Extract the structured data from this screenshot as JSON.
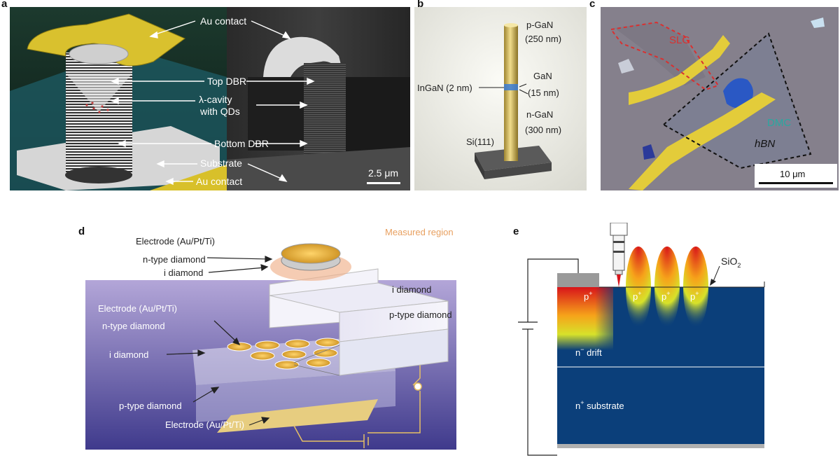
{
  "panel_labels": {
    "a": "a",
    "b": "b",
    "c": "c",
    "d": "d",
    "e": "e"
  },
  "panel_a": {
    "labels": {
      "au_contact_top": "Au contact",
      "top_dbr": "Top DBR",
      "cavity_line1": "λ-cavity",
      "cavity_line2": "with QDs",
      "bottom_dbr": "Bottom DBR",
      "substrate": "Substrate",
      "au_contact_bottom": "Au contact"
    },
    "scale_bar": "2.5 μm"
  },
  "panel_b": {
    "labels": {
      "pgan_1": "p-GaN",
      "pgan_2": "(250 nm)",
      "gan_1": "GaN",
      "gan_2": "(15 nm)",
      "ingan": "InGaN (2 nm)",
      "ngan_1": "n-GaN",
      "ngan_2": "(300 nm)",
      "si": "Si(111)"
    }
  },
  "panel_c": {
    "labels": {
      "slg": "SLG",
      "dmc": "DMC",
      "hbn": "hBN"
    },
    "scale_bar": "10 μm",
    "colors": {
      "slg_outline": "#d93030",
      "hbn_outline": "#111111",
      "dmc_label": "#2aa8a0"
    }
  },
  "panel_d": {
    "inset_labels": {
      "electrode": "Electrode (Au/Pt/Ti)",
      "measured_region": "Measured region",
      "n_type": "n-type diamond",
      "i_diamond": "i diamond",
      "i_diamond_layer": "i diamond",
      "p_type_layer": "p-type diamond"
    },
    "main_labels": {
      "electrode_top": "Electrode (Au/Pt/Ti)",
      "n_type": "n-type diamond",
      "i_diamond": "i diamond",
      "p_type": "p-type diamond",
      "electrode_bottom": "Electrode (Au/Pt/Ti)"
    },
    "colors": {
      "measured_region": "#e8a060"
    }
  },
  "panel_e": {
    "labels": {
      "sio2_base": "SiO",
      "sio2_sub": "2",
      "p_plus": "p",
      "plus_sup": "+",
      "n_minus_base": "n",
      "n_minus_sup": "−",
      "n_minus_tail": " drift",
      "n_plus_base": "n",
      "n_plus_sup": "+",
      "n_plus_tail": " substrate"
    },
    "colors": {
      "bulk": "#0b3f7a",
      "hot": "#d8141a"
    }
  }
}
